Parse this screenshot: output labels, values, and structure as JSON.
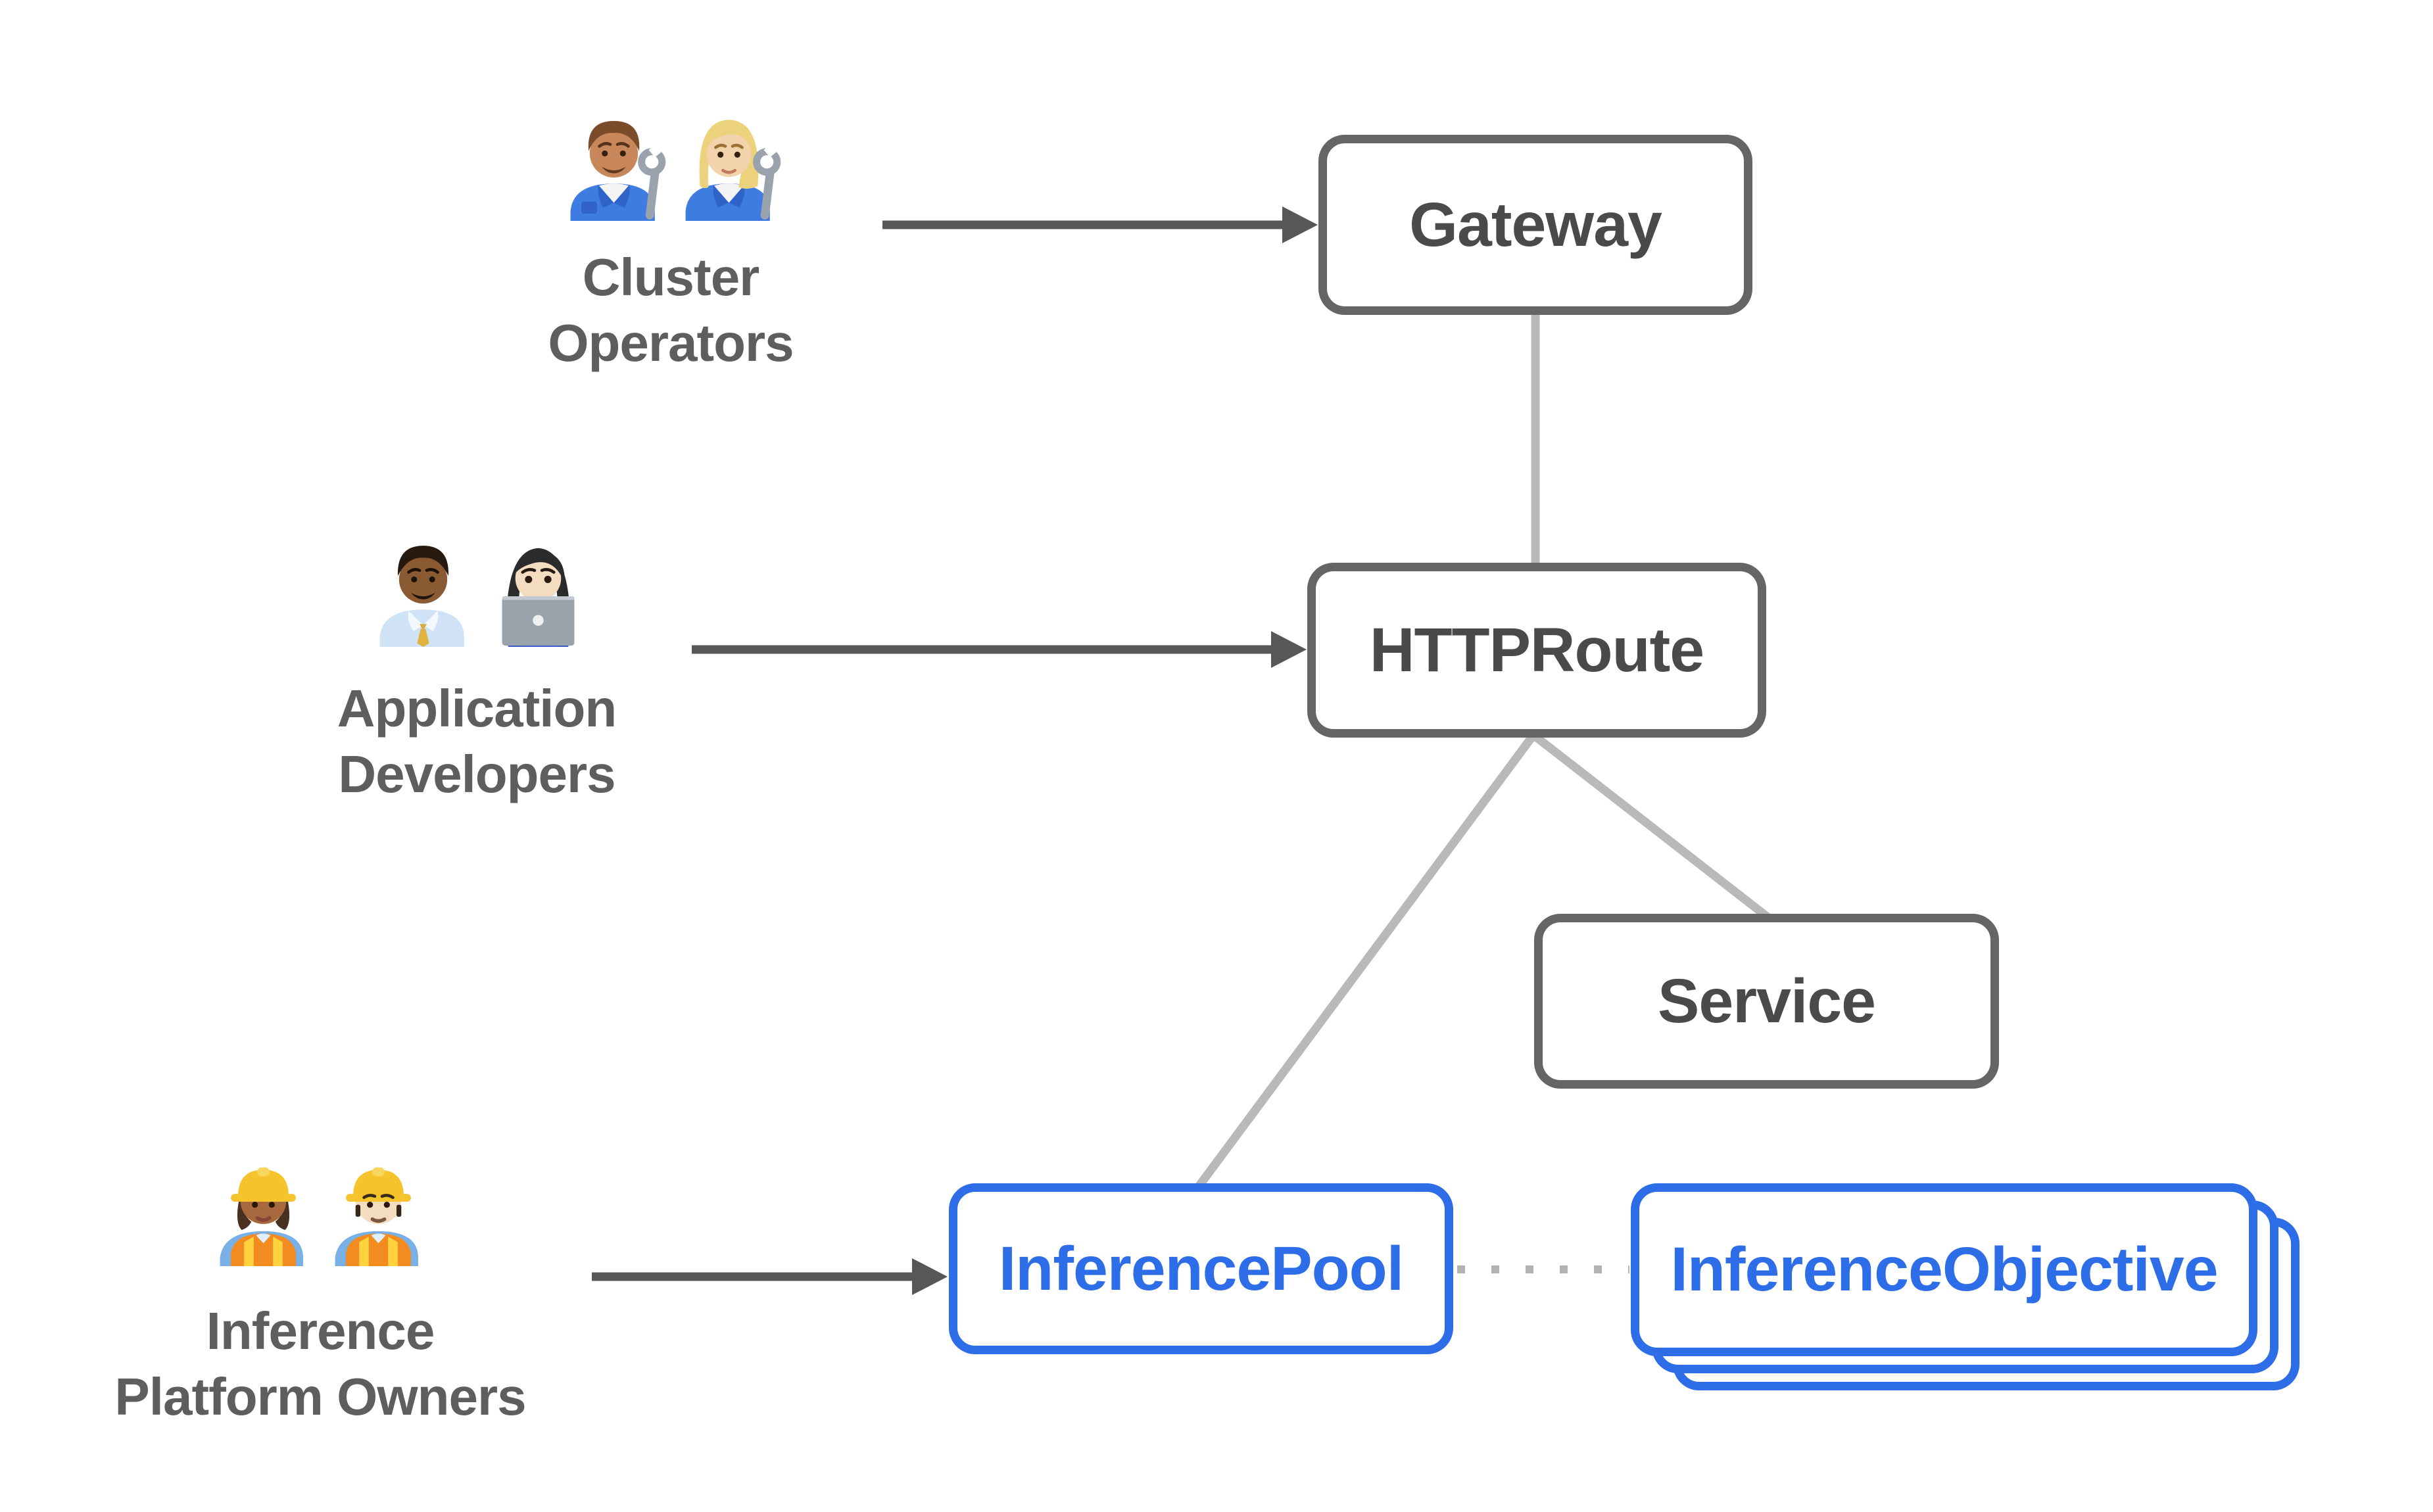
{
  "colors": {
    "accent_blue": "#2d6ee8",
    "border_gray": "#656565",
    "label_gray": "#4a4a4a",
    "persona_gray": "#5e5e5e",
    "arrow_gray": "#575757",
    "connector_gray": "#b9b9b9",
    "dotted_gray": "#b3b3b3"
  },
  "nodes": [
    {
      "id": "gateway",
      "label": "Gateway",
      "style": "gray"
    },
    {
      "id": "httproute",
      "label": "HTTPRoute",
      "style": "gray"
    },
    {
      "id": "service",
      "label": "Service",
      "style": "gray"
    },
    {
      "id": "inferencepool",
      "label": "InferencePool",
      "style": "blue"
    },
    {
      "id": "inferenceobjective",
      "label": "InferenceObjective",
      "style": "blue-stacked"
    }
  ],
  "personas": [
    {
      "id": "cluster-operators",
      "line1": "Cluster",
      "line2": "Operators",
      "emojis": [
        "man-mechanic",
        "woman-mechanic"
      ]
    },
    {
      "id": "application-developers",
      "line1": "Application",
      "line2": "Developers",
      "emojis": [
        "man-office-worker",
        "woman-technologist"
      ]
    },
    {
      "id": "inference-platform-owners",
      "line1": "Inference",
      "line2": "Platform Owners",
      "emojis": [
        "woman-construction-worker",
        "man-construction-worker"
      ]
    }
  ],
  "emoji_unicode": {
    "man_mechanic": "👨🏽‍🔧",
    "woman_mechanic": "👩🏼‍🔧",
    "man_office_worker": "👨🏾‍💼",
    "woman_technologist": "👩🏻‍💻",
    "woman_construction_worker": "👷🏾‍♀️",
    "man_construction_worker": "👷🏻‍♂️"
  },
  "edges": [
    {
      "from": "cluster-operators",
      "to": "gateway",
      "type": "arrow"
    },
    {
      "from": "application-developers",
      "to": "httproute",
      "type": "arrow"
    },
    {
      "from": "inference-platform-owners",
      "to": "inferencepool",
      "type": "arrow"
    },
    {
      "from": "gateway",
      "to": "httproute",
      "type": "line"
    },
    {
      "from": "httproute",
      "to": "inferencepool",
      "type": "line"
    },
    {
      "from": "httproute",
      "to": "service",
      "type": "line"
    },
    {
      "from": "inferencepool",
      "to": "inferenceobjective",
      "type": "dotted"
    }
  ]
}
